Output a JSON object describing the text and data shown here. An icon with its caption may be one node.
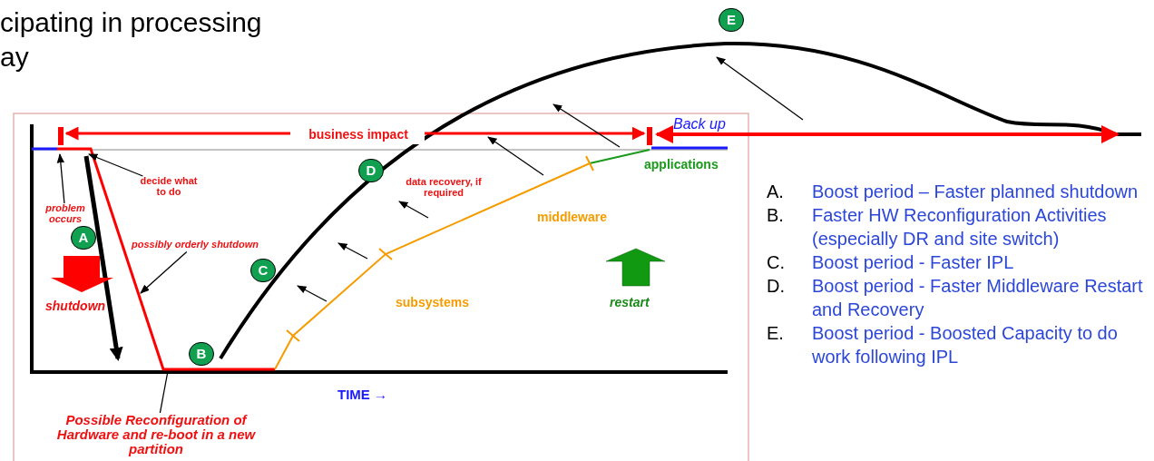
{
  "diagram": {
    "nodes": [
      {
        "text": [
          "A"
        ]
      },
      {
        "text": [
          "B"
        ]
      },
      {
        "text": [
          "C"
        ]
      },
      {
        "text": [
          "D"
        ]
      },
      {
        "text": [
          "E"
        ]
      },
      {
        "text": [
          "problem occurs"
        ]
      },
      {
        "text": [
          "decide what to do"
        ]
      },
      {
        "text": [
          "possibly orderly shutdown"
        ]
      },
      {
        "text": [
          "Possible Reconfiguration of Hardware and re-boot in a new partition"
        ]
      }
    ],
    "edges": [
      {
        "from": 5,
        "to": null,
        "arrow": "to"
      },
      {
        "from": 6,
        "to": null,
        "arrow": "to"
      },
      {
        "from": 7,
        "to": null,
        "arrow": "to"
      },
      {
        "from": 8,
        "to": null,
        "arrow": "none"
      }
    ],
    "labels": [
      "cipating in processing",
      "ay",
      "business impact",
      "Back up",
      "applications",
      "data recovery, if required",
      "middleware",
      "subsystems",
      "shutdown",
      "restart",
      "TIME →",
      "A.",
      "Boost period – Faster planned shutdown",
      "B.",
      "Faster HW Reconfiguration Activities (especially DR and site switch)",
      "C.",
      "Boost period - Faster IPL",
      "D.",
      "Boost period - Faster Middleware Restart and Recovery",
      "E.",
      "Boost period - Boosted Capacity to do work following IPL"
    ]
  }
}
